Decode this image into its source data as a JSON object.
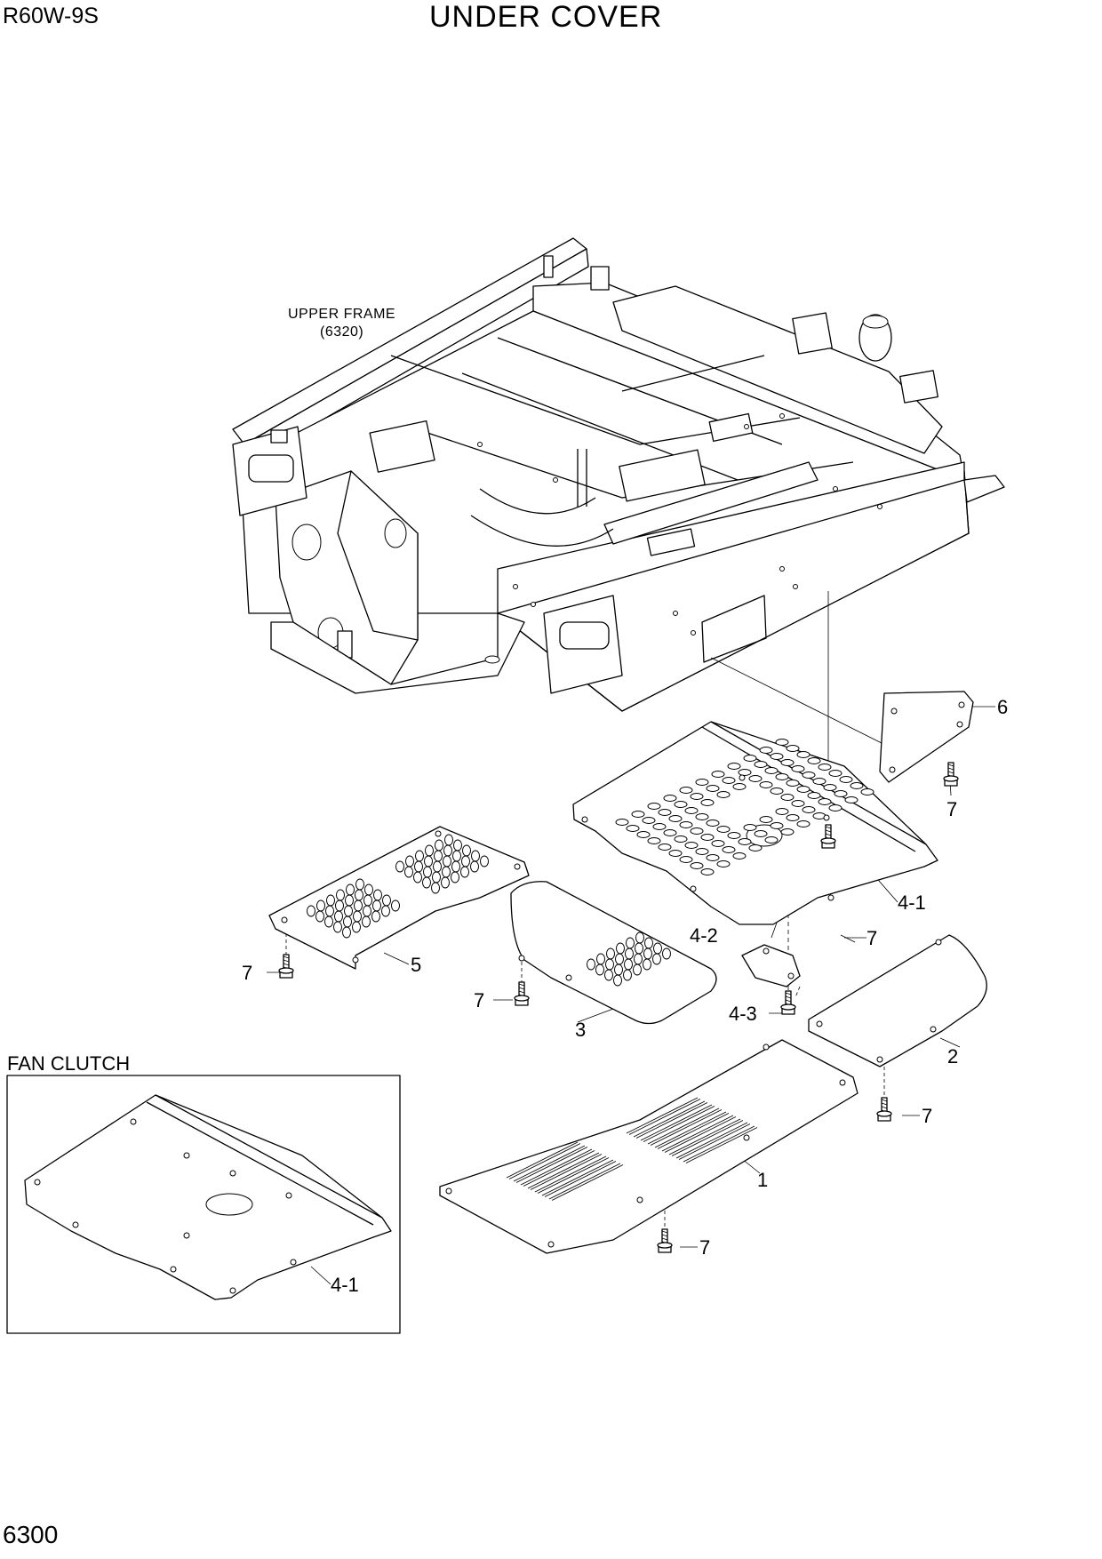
{
  "header": {
    "model": "R60W-9S",
    "title": "UNDER COVER"
  },
  "footer": {
    "page_number": "6300"
  },
  "assembly_label": {
    "line1": "UPPER FRAME",
    "line2": "(6320)"
  },
  "section_label": "FAN CLUTCH",
  "callouts": {
    "c6": "6",
    "c7a": "7",
    "c41": "4-1",
    "c7b": "7",
    "c42": "4-2",
    "c43": "4-3",
    "c7c": "7",
    "c5": "5",
    "c7d": "7",
    "c3": "3",
    "c2": "2",
    "c7e": "7",
    "c1": "1",
    "c7f": "7",
    "c41b": "4-1"
  }
}
